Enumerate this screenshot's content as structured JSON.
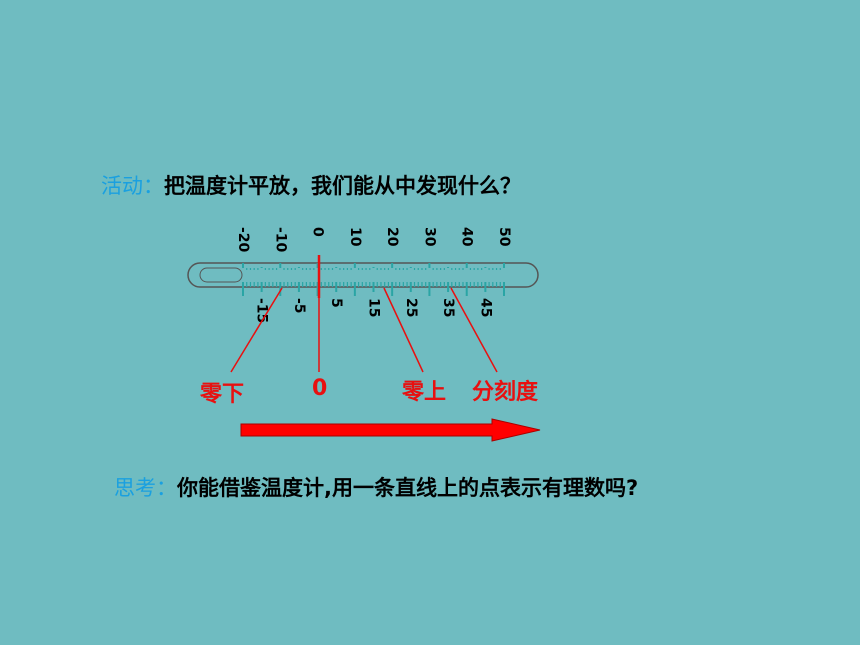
{
  "activity": {
    "prefix": "活动：",
    "text": "把温度计平放，我们能从中发现什么？"
  },
  "thermometer": {
    "top_labels": [
      "-20",
      "-10",
      "0",
      "10",
      "20",
      "30",
      "40",
      "50"
    ],
    "bottom_labels": [
      "-15",
      "-5",
      "5",
      "15",
      "25",
      "35",
      "45"
    ],
    "min": -20,
    "max": 50
  },
  "annotations": {
    "below_zero": "零下",
    "zero": "0",
    "above_zero": "零上",
    "scale": "分刻度"
  },
  "think": {
    "prefix": "思考：",
    "text": "你能借鉴温度计,用一条直线上的点表示有理数吗?"
  },
  "colors": {
    "background": "#6fbcc1",
    "prefix": "#1aa0e0",
    "red": "#e81010",
    "tick": "#2aa5a5"
  }
}
